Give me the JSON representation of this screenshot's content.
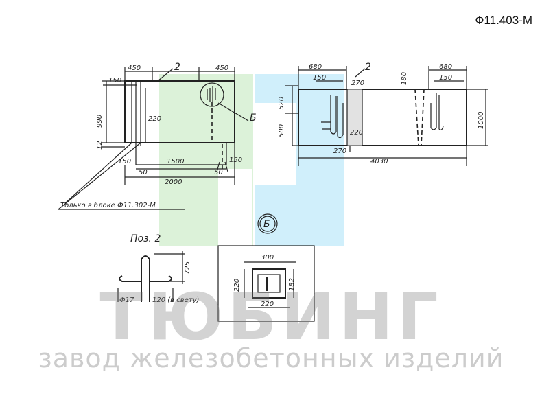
{
  "document": {
    "code": "Ф11.403-М"
  },
  "labels": {
    "front_top_left": "450",
    "front_top_left_small": "150",
    "front_top_right": "450",
    "front_callout_pos": "2",
    "front_callout_b": "Б",
    "front_height_left": "990",
    "front_bottom_12": "12",
    "front_inner_220": "220",
    "front_bottom_150_left": "150",
    "front_bottom_1500": "1500",
    "front_bottom_50_left": "50",
    "front_bottom_50_right": "50",
    "front_bottom_150_right": "150",
    "front_total_2000": "2000",
    "front_note": "Только в блоке Ф11.302-М",
    "side_top_680_left": "680",
    "side_top_150_left": "150",
    "side_callout_pos": "2",
    "side_270_top": "270",
    "side_180": "180",
    "side_top_680_right": "680",
    "side_top_150_right": "150",
    "side_520": "520",
    "side_500": "500",
    "side_220": "220",
    "side_270_bottom": "270",
    "side_1000": "1000",
    "side_4030": "4030",
    "detail_b": "Б",
    "detail_300": "300",
    "detail_220_left": "220",
    "detail_182": "182",
    "detail_220_bottom": "220",
    "pos_title": "Поз. 2",
    "pos_725": "725",
    "pos_diam": "Ф17",
    "pos_120": "120 (в свету)"
  },
  "watermark": {
    "word": "ТЮБИНГ",
    "subtitle": "завод железобетонных изделий",
    "colors": {
      "green": "#d6f0d2",
      "blue": "#c8ecfa",
      "gray": "#888888"
    }
  }
}
